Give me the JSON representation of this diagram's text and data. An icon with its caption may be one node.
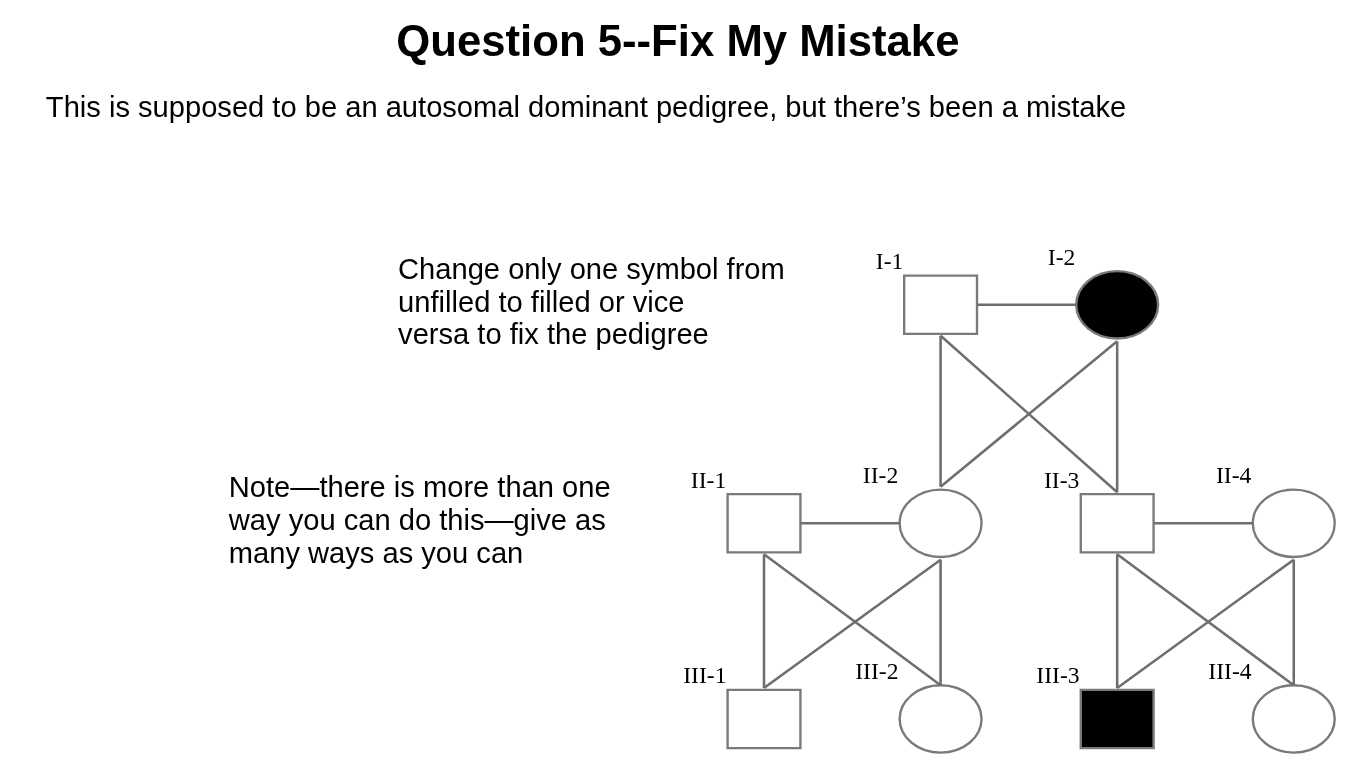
{
  "diagram": {
    "title": "Question 5--Fix My Mistake",
    "nodes": [
      {
        "text": [],
        "shape": "box",
        "beside": [
          "I-1"
        ]
      },
      {
        "text": [],
        "shape": "circle",
        "beside": [
          "I-2"
        ]
      },
      {
        "text": [],
        "shape": "box",
        "beside": [
          "II-1"
        ]
      },
      {
        "text": [],
        "shape": "circle",
        "beside": [
          "II-2"
        ]
      },
      {
        "text": [],
        "shape": "box",
        "beside": [
          "II-3"
        ]
      },
      {
        "text": [],
        "shape": "circle",
        "beside": [
          "II-4"
        ]
      },
      {
        "text": [],
        "shape": "box",
        "beside": [
          "III-1"
        ]
      },
      {
        "text": [],
        "shape": "circle",
        "beside": [
          "III-2"
        ]
      },
      {
        "text": [],
        "shape": "box",
        "beside": [
          "III-3"
        ]
      },
      {
        "text": [],
        "shape": "circle",
        "beside": [
          "III-4"
        ]
      }
    ],
    "edges": [
      {
        "from": 0,
        "to": 1,
        "arrow": "none"
      },
      {
        "from": 0,
        "to": 3,
        "arrow": "none"
      },
      {
        "from": 1,
        "to": 3,
        "arrow": "none"
      },
      {
        "from": 0,
        "to": 4,
        "arrow": "none"
      },
      {
        "from": 1,
        "to": 4,
        "arrow": "none"
      },
      {
        "from": 2,
        "to": 3,
        "arrow": "none"
      },
      {
        "from": 4,
        "to": 5,
        "arrow": "none"
      },
      {
        "from": 2,
        "to": 6,
        "arrow": "none"
      },
      {
        "from": 3,
        "to": 6,
        "arrow": "none"
      },
      {
        "from": 2,
        "to": 7,
        "arrow": "none"
      },
      {
        "from": 3,
        "to": 7,
        "arrow": "none"
      },
      {
        "from": 4,
        "to": 8,
        "arrow": "none"
      },
      {
        "from": 5,
        "to": 8,
        "arrow": "none"
      },
      {
        "from": 4,
        "to": 9,
        "arrow": "none"
      },
      {
        "from": 5,
        "to": 9,
        "arrow": "none"
      }
    ],
    "labels": [
      "This is supposed to be an autosomal dominant pedigree, but there’s been a mistake",
      "Change only one symbol from unfilled to filled or vice versa to fix the pedigree",
      "Note—there is more than one way you can do this—give as many ways as you can"
    ]
  }
}
